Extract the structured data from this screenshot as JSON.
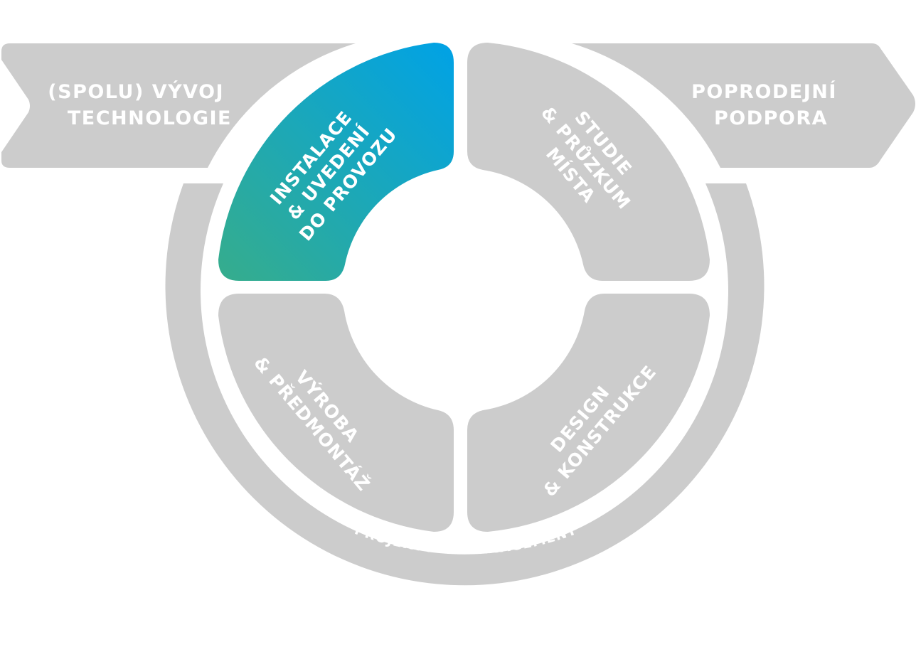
{
  "banners": {
    "left": {
      "lines": [
        "(SPOLU) VÝVOJ",
        "TECHNOLOGIE"
      ]
    },
    "right": {
      "lines": [
        "POPRODEJNÍ",
        "PODPORA"
      ]
    }
  },
  "segments": {
    "installation": {
      "lines": [
        "INSTALACE",
        "& UVEDENÍ",
        "DO PROVOZU"
      ],
      "highlighted": true
    },
    "study": {
      "lines": [
        "STUDIE",
        "& PRŮZKUM",
        "MÍSTA"
      ]
    },
    "production": {
      "lines": [
        "VÝROBA",
        "& PŘEDMONTÁŽ"
      ]
    },
    "design": {
      "lines": [
        "DESIGN",
        "& KONSTRUKCE"
      ]
    }
  },
  "ring": {
    "label": "PROJEKTOVÝ MANAGEMENT"
  },
  "colors": {
    "gray": "#cccccc",
    "text": "#ffffff",
    "gradient_start": "#36ad8c",
    "gradient_end": "#00a2e6"
  }
}
